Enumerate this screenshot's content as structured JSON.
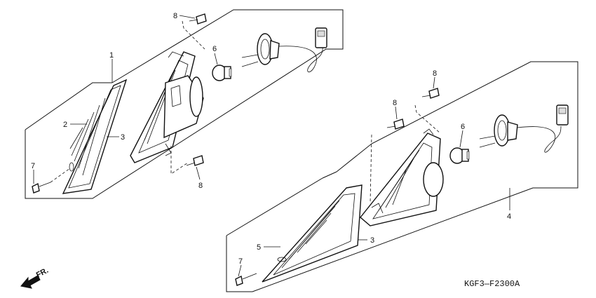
{
  "callouts": {
    "c1": "1",
    "c2": "2",
    "c3a": "3",
    "c8a": "8",
    "c6a": "6",
    "c7a": "7",
    "c8b": "8",
    "c8c": "8",
    "c8d": "8",
    "c6b": "6",
    "c4": "4",
    "c3b": "3",
    "c5": "5",
    "c7b": "7"
  },
  "direction": "FR.",
  "diagram_code": "KGF3—F2300A"
}
